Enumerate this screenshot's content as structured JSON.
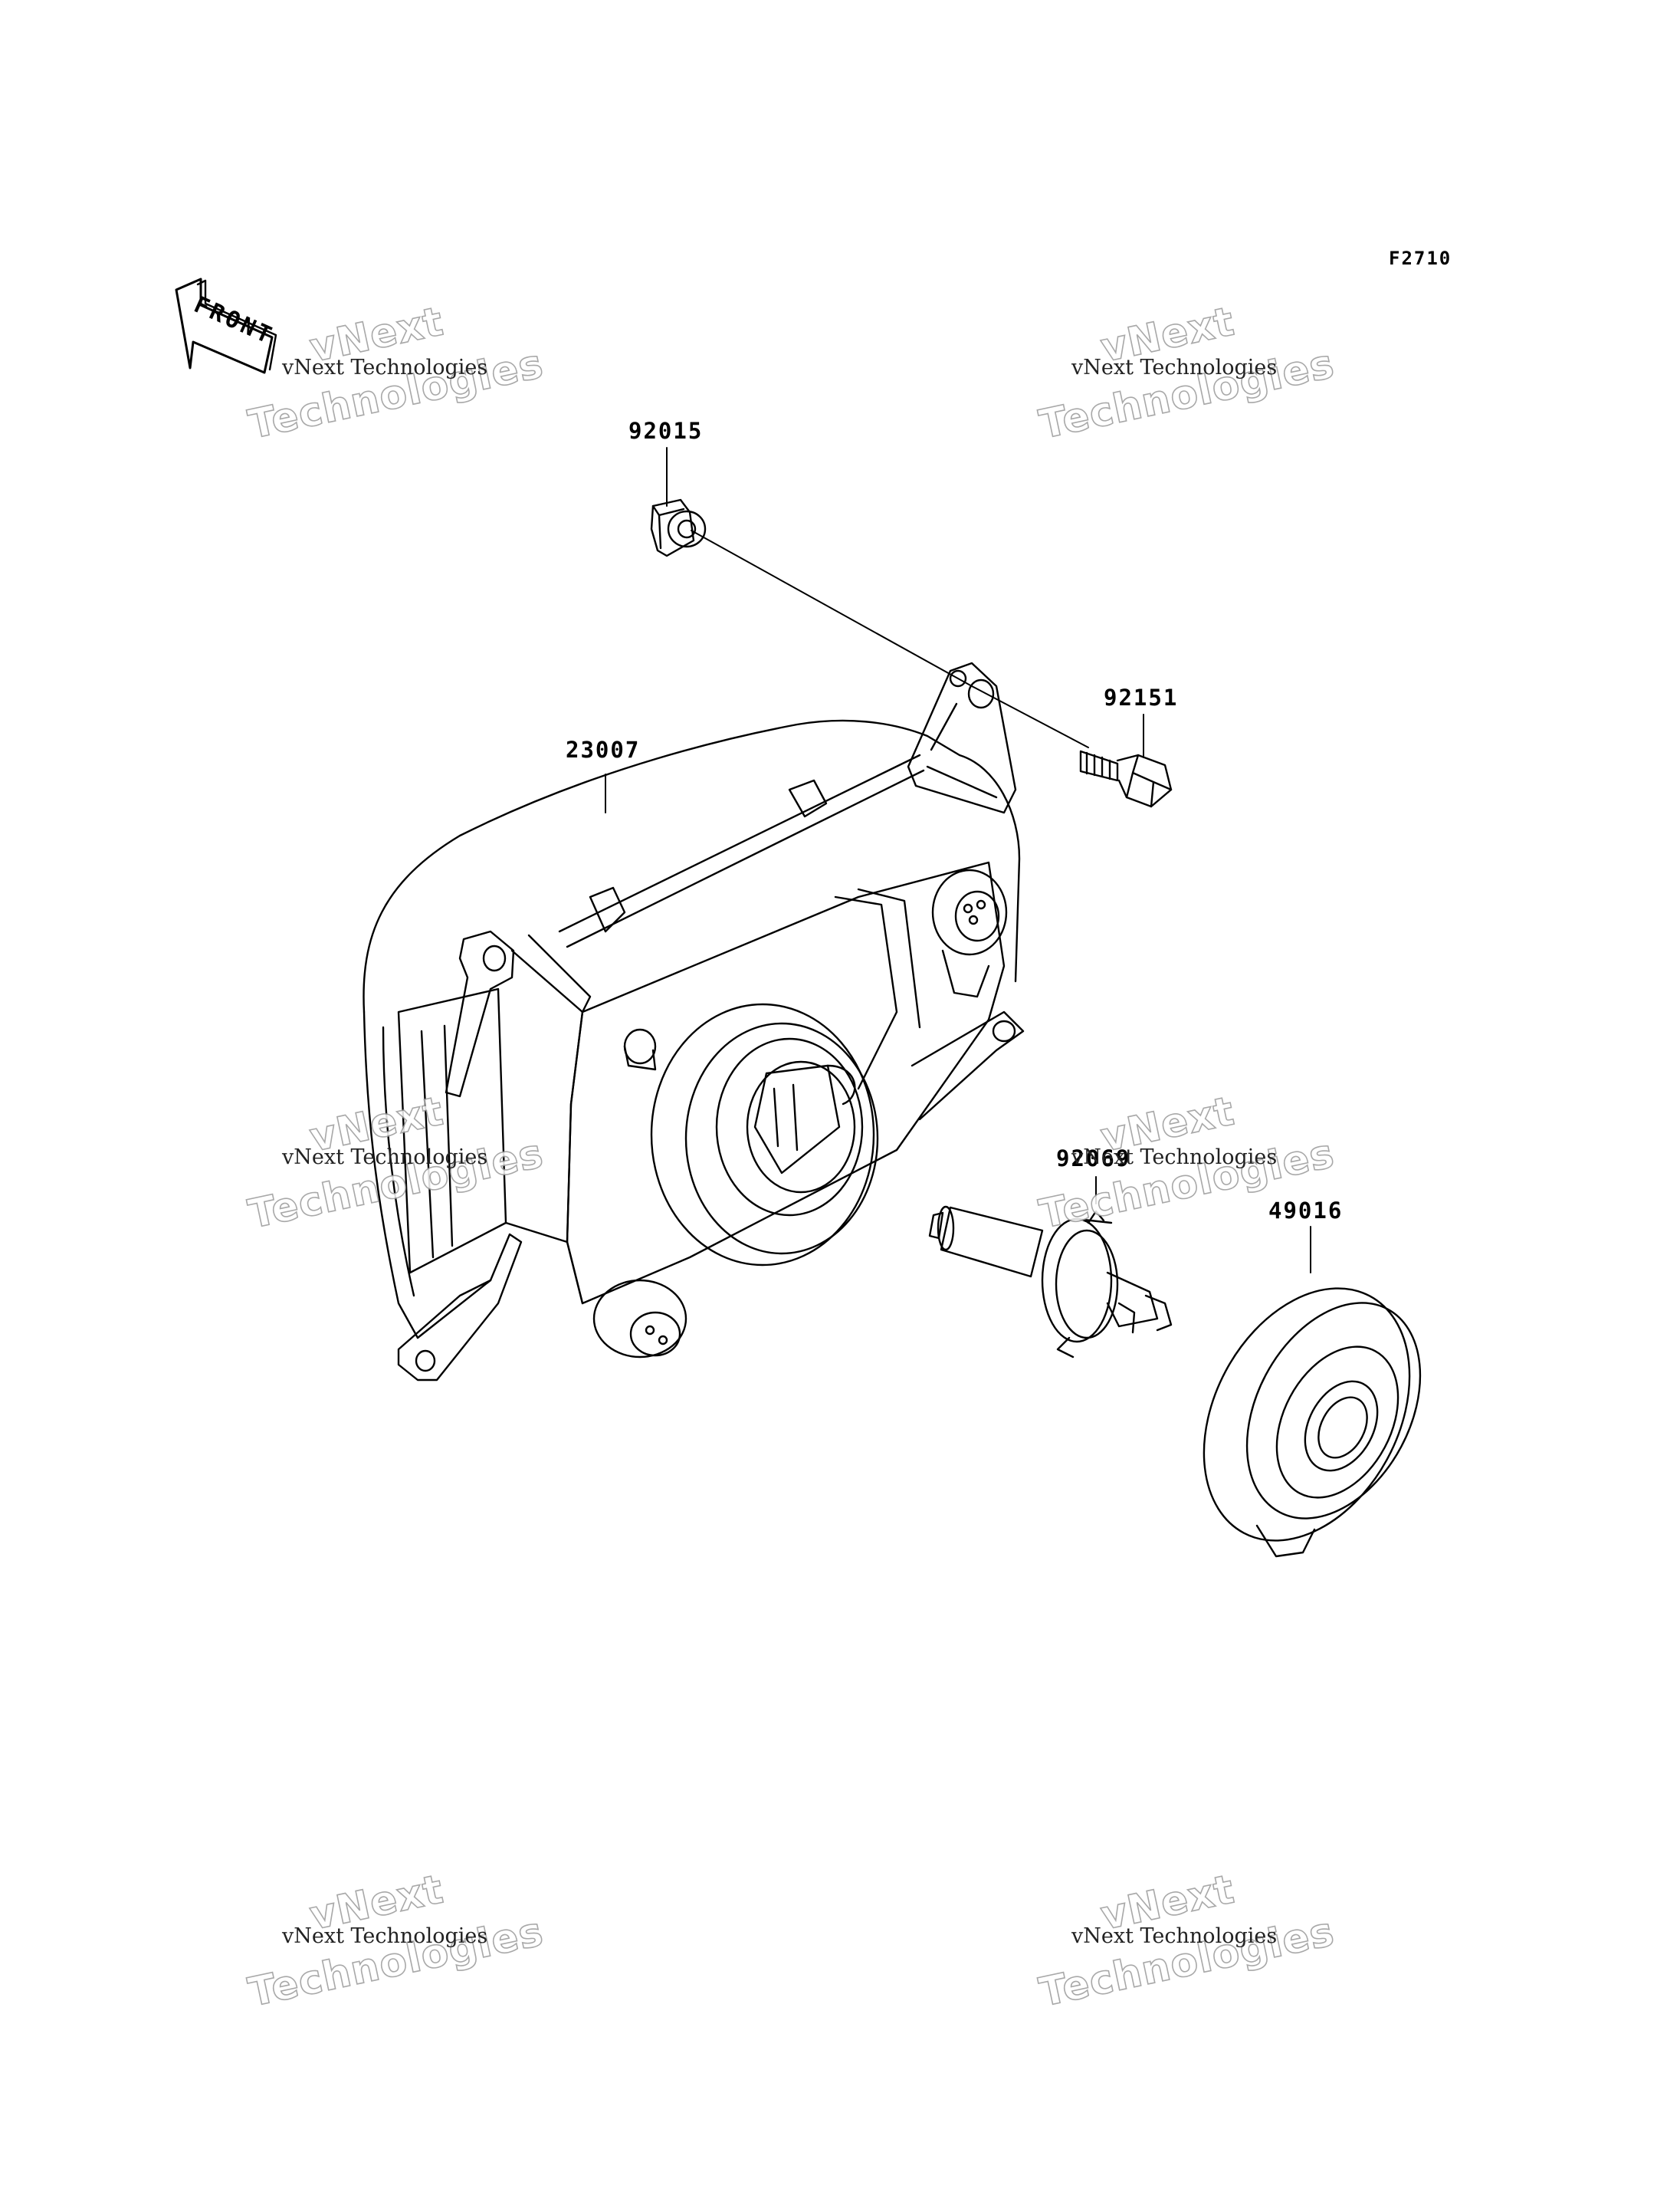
{
  "figure_code": "F2710",
  "front_indicator": "FRONT",
  "watermark": {
    "line_small": "vNext Technologies",
    "line_top": "vNext",
    "line_bottom": "Technologies"
  },
  "parts": {
    "p92015": "92015",
    "p92151": "92151",
    "p23007": "23007",
    "p92069": "92069",
    "p49016": "49016"
  },
  "colors": {
    "line": "#000000",
    "watermark_outline": "#9a9a9a"
  }
}
